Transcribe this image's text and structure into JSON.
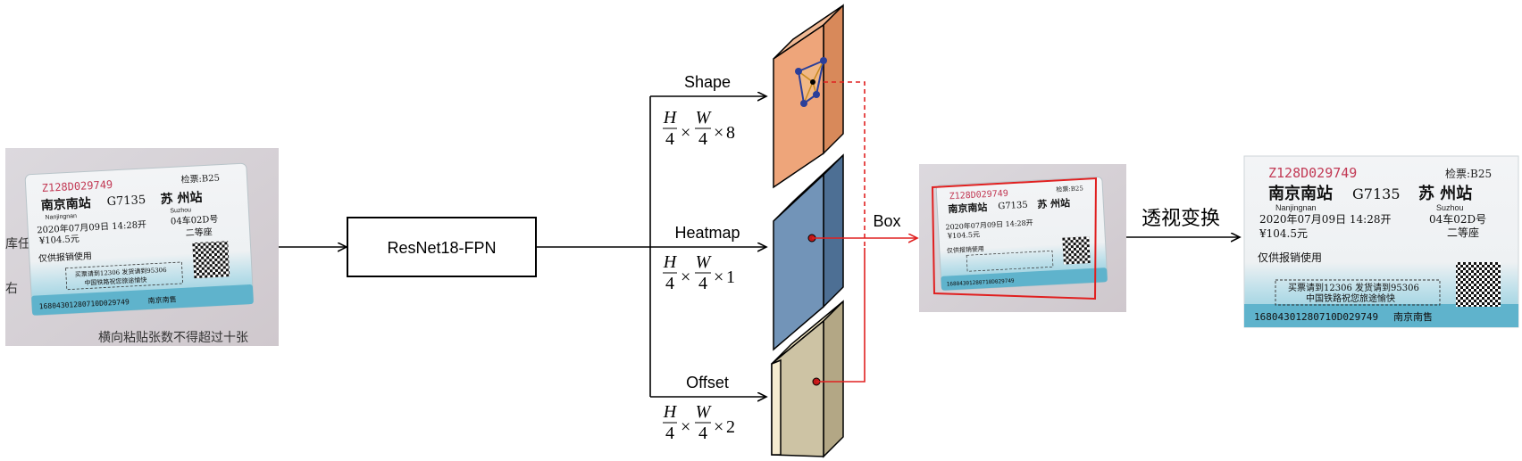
{
  "backbone": {
    "label": "ResNet18-FPN"
  },
  "heads": {
    "shape": {
      "label": "Shape",
      "dim": {
        "h": "H",
        "w": "W",
        "div": "4",
        "times": "×",
        "channels": "8"
      }
    },
    "heatmap": {
      "label": "Heatmap",
      "dim": {
        "h": "H",
        "w": "W",
        "div": "4",
        "times": "×",
        "channels": "1"
      }
    },
    "offset": {
      "label": "Offset",
      "dim": {
        "h": "H",
        "w": "W",
        "div": "4",
        "times": "×",
        "channels": "2"
      }
    }
  },
  "box_label": "Box",
  "transform_label": "透视变换",
  "ticket": {
    "serial": "Z128D029749",
    "gate": "检票:B25",
    "from_station": "南京南站",
    "from_pinyin": "Nanjingnan",
    "train": "G7135",
    "to_station": "苏 州站",
    "to_pinyin": "Suzhou",
    "date": "2020年07月09日 14:28开",
    "seat": "04车02D号",
    "price": "¥104.5元",
    "class": "二等座",
    "note": "仅供报销使用",
    "notice_line1": "买票请到12306 发货请到95306",
    "notice_line2": "中国铁路祝您旅途愉快",
    "ticket_number": "16804301280710D029749",
    "sold_at": "南京南售"
  },
  "background_text": {
    "line1": "横向粘贴张数不得超过十张",
    "line2": "右",
    "line3": "库任"
  },
  "colors": {
    "shape_face": "#eea57a",
    "heatmap_face": "#7294b8",
    "offset_face": "#cdc3a4",
    "box_line": "#e02020",
    "ticket_blue": "#7fc6d8",
    "serial_red": "#c23a55"
  }
}
